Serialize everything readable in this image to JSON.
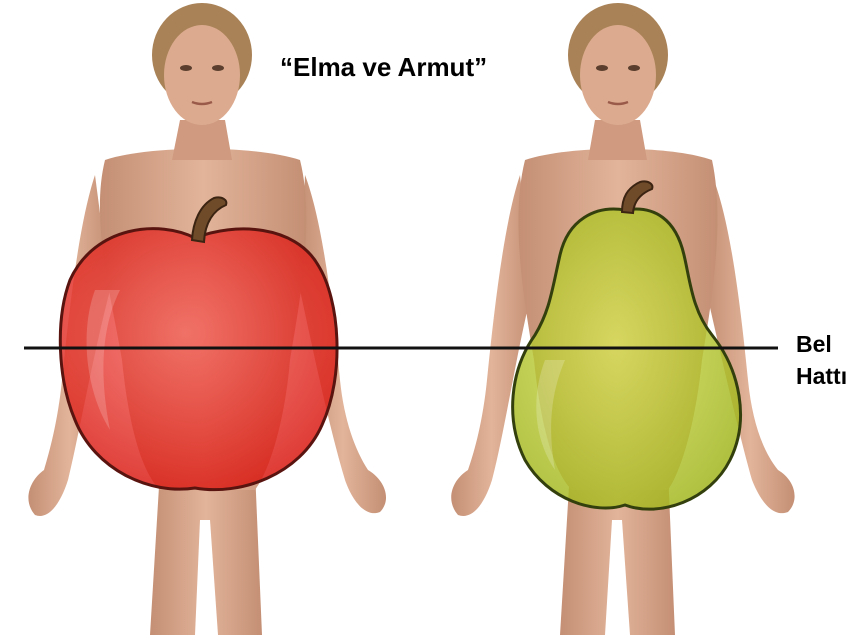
{
  "title": "“Elma ve Armut”",
  "waist_label": {
    "line1": "Bel",
    "line2": "Hattı"
  },
  "figures": [
    {
      "id": "apple",
      "fruit_color": "#e8231d",
      "stroke_color": "#6b1410"
    },
    {
      "id": "pear",
      "fruit_color": "#b7c926",
      "stroke_color": "#3a4410"
    }
  ],
  "colors": {
    "skin": "#d9a88c",
    "skin_shadow": "#b98169",
    "hair": "#b08a5a",
    "line": "#111111"
  }
}
